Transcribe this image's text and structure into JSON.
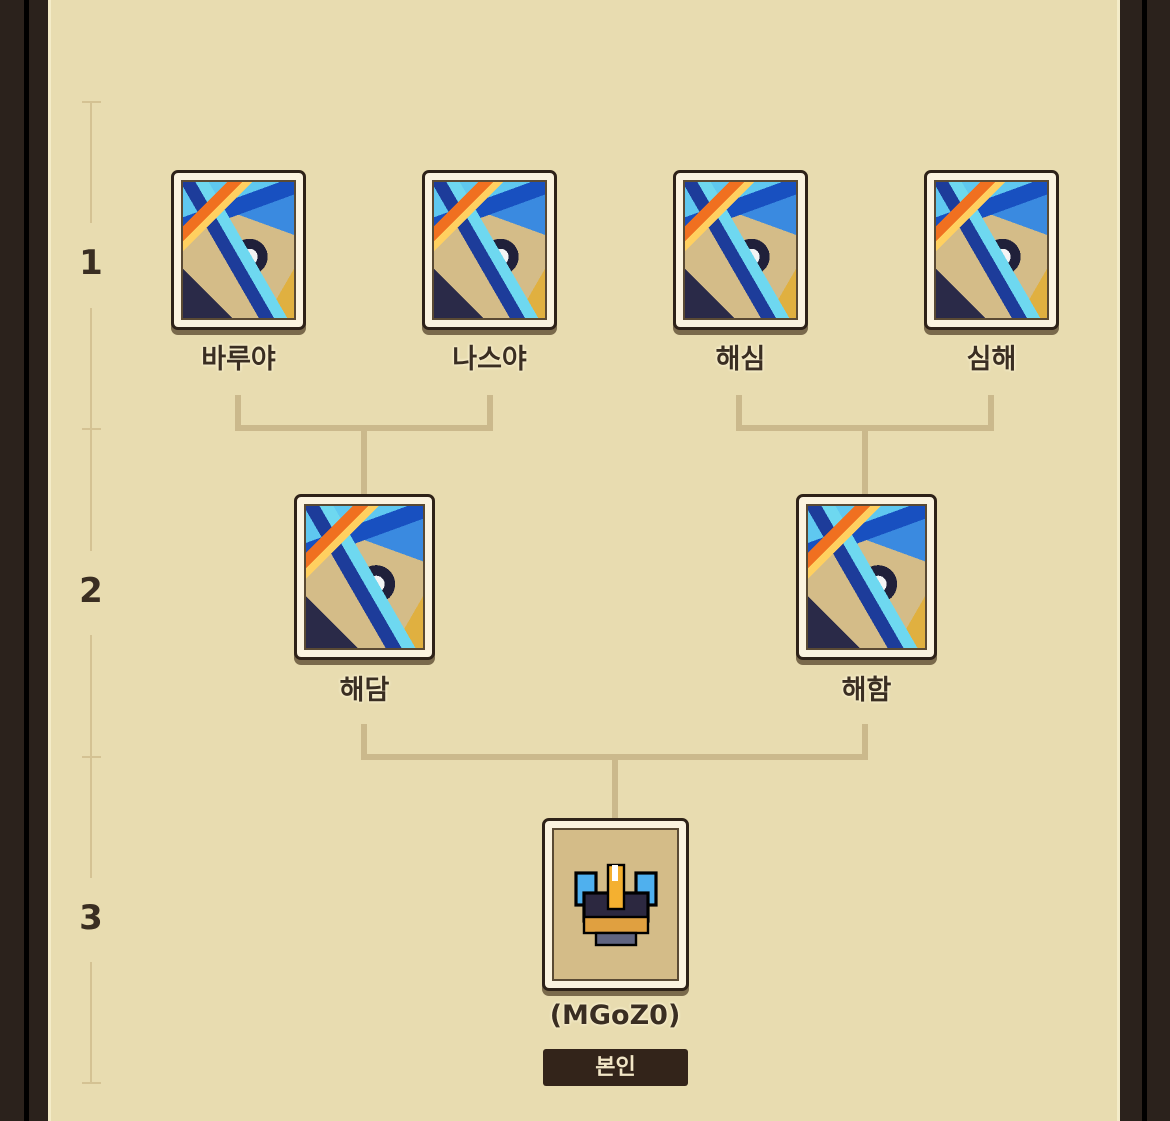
{
  "generations": [
    {
      "label": "1"
    },
    {
      "label": "2"
    },
    {
      "label": "3"
    }
  ],
  "tree": {
    "gen1": [
      {
        "name": "바루야",
        "icon": "dragon-portrait-icon"
      },
      {
        "name": "나스야",
        "icon": "dragon-portrait-icon"
      },
      {
        "name": "해심",
        "icon": "dragon-portrait-icon"
      },
      {
        "name": "심해",
        "icon": "dragon-portrait-icon"
      }
    ],
    "gen2": [
      {
        "name": "해담",
        "icon": "dragon-portrait-icon"
      },
      {
        "name": "해함",
        "icon": "dragon-portrait-icon"
      }
    ],
    "gen3": {
      "name": "(MGoZ0)",
      "icon": "dragon-egg-icon",
      "badge": "본인"
    }
  },
  "colors": {
    "panel": "#e8dcb0",
    "border": "#2b221c",
    "line": "#cbb98c",
    "badge": "#33241a"
  }
}
